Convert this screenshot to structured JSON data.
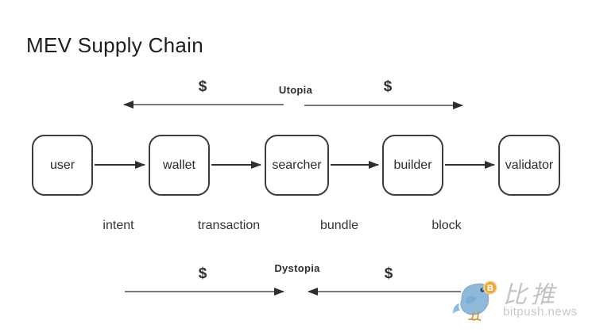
{
  "title": "MEV Supply Chain",
  "diagram": {
    "nodes": [
      {
        "label": "user"
      },
      {
        "label": "wallet"
      },
      {
        "label": "searcher"
      },
      {
        "label": "builder"
      },
      {
        "label": "validator"
      }
    ],
    "edge_labels": [
      {
        "label": "intent"
      },
      {
        "label": "transaction"
      },
      {
        "label": "bundle"
      },
      {
        "label": "block"
      }
    ],
    "flows": {
      "utopia": {
        "label": "Utopia",
        "left_dollar": "$",
        "right_dollar": "$",
        "left_arrow_direction": "left",
        "right_arrow_direction": "right"
      },
      "dystopia": {
        "label": "Dystopia",
        "left_dollar": "$",
        "right_dollar": "$",
        "left_arrow_direction": "right",
        "right_arrow_direction": "left"
      }
    }
  },
  "watermark": {
    "bird_icon": "twitter-bird-icon",
    "badge_icon": "bitcoin-badge-icon",
    "badge_letter": "B",
    "brand_name_cn": "比推",
    "brand_domain": "bitpush.news"
  },
  "colors": {
    "background": "#ffffff",
    "diagram_ink": "#333333",
    "arrow_line": "#4d4d4d",
    "watermark_text": "#c5c5c5",
    "bird_blue": "#8fb9d9",
    "badge_orange": "#eaa83e"
  }
}
